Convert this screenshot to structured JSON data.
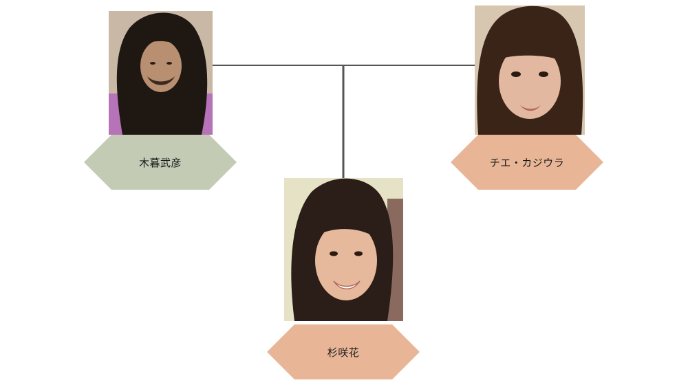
{
  "colors": {
    "father_box": "#c3cbb4",
    "mother_box": "#e8b697",
    "child_box": "#e8b697",
    "connector": "#555555"
  },
  "people": {
    "father": {
      "name": "木暮武彦"
    },
    "mother": {
      "name": "チエ・カジウラ"
    },
    "child": {
      "name": "杉咲花"
    }
  }
}
